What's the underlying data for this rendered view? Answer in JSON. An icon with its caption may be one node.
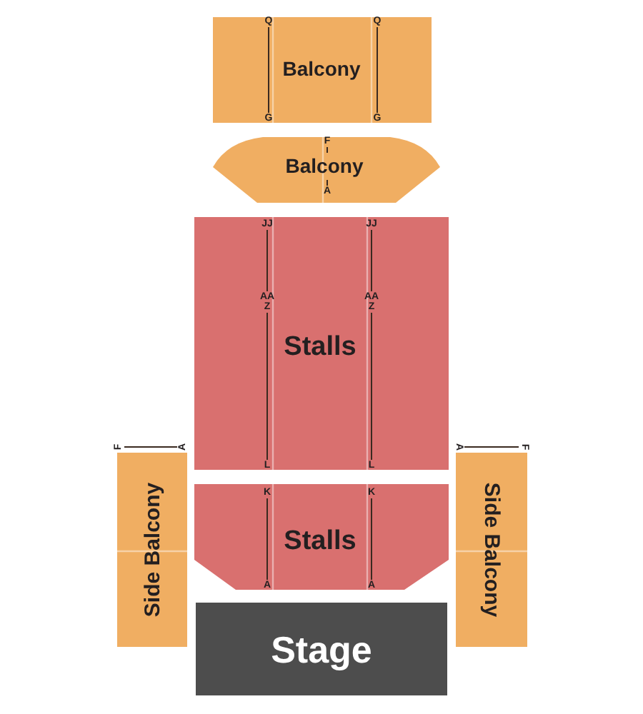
{
  "diagram": {
    "nodes": [
      {
        "text": [
          "Balcony"
        ]
      },
      {
        "text": [
          "Balcony"
        ]
      },
      {
        "text": [
          "Stalls"
        ]
      },
      {
        "text": [
          "Side Balcony"
        ]
      },
      {
        "text": [
          "Stalls"
        ]
      },
      {
        "text": [
          "Side Balcony"
        ]
      },
      {
        "text": [
          "Stage"
        ]
      }
    ],
    "labels": [
      "Q",
      "Q",
      "G",
      "G",
      "F",
      "A",
      "JJ",
      "JJ",
      "AA",
      "AA",
      "Z",
      "Z",
      "F",
      "A",
      "A",
      "F",
      "L",
      "L",
      "K",
      "K",
      "A",
      "A"
    ]
  }
}
